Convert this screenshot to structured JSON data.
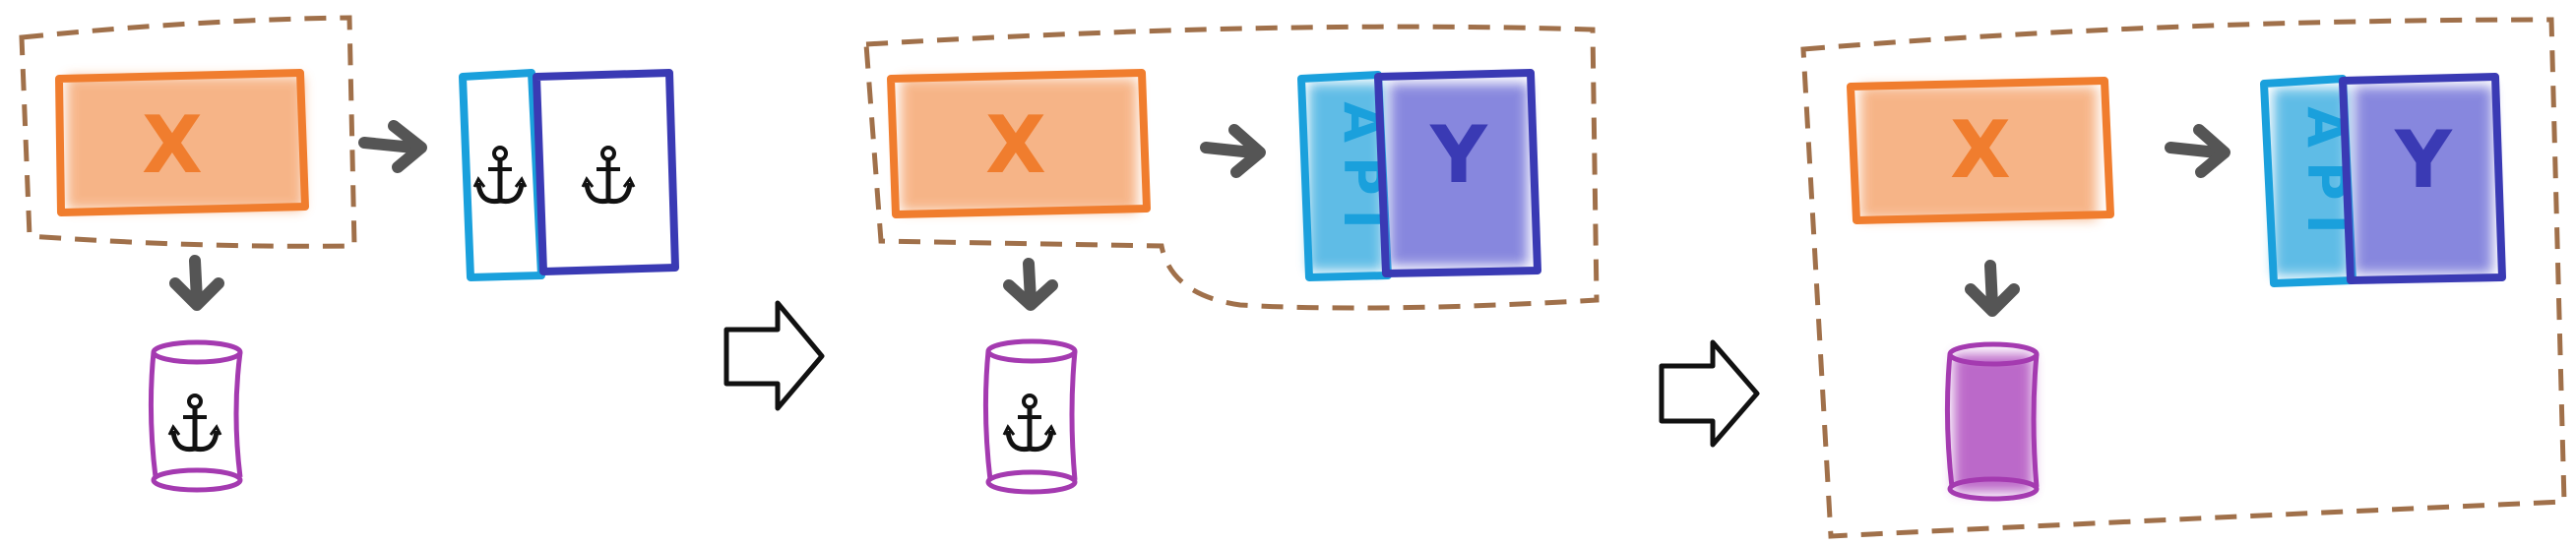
{
  "colors": {
    "orange": "#f07d2e",
    "orange_fill": "#f5a873",
    "light_blue": "#1aa0dc",
    "dark_blue": "#3a3ab4",
    "blue_fill": "#6b6bd6",
    "purple": "#a43ab0",
    "purple_fill": "#b050c0",
    "boundary": "#a0704a",
    "arrow": "#555555",
    "anchor": "#111111"
  },
  "icons": {
    "anchor": "anchor-icon",
    "arrow": "arrow-right-icon",
    "transition": "hollow-arrow-right-icon"
  },
  "panels": [
    {
      "service_label": "X",
      "dependency_left_label": "",
      "dependency_right_label": "",
      "api_label": "",
      "y_label": ""
    },
    {
      "service_label": "X",
      "api_label": "API",
      "y_label": "Y"
    },
    {
      "service_label": "X",
      "api_label": "API",
      "y_label": "Y"
    }
  ]
}
